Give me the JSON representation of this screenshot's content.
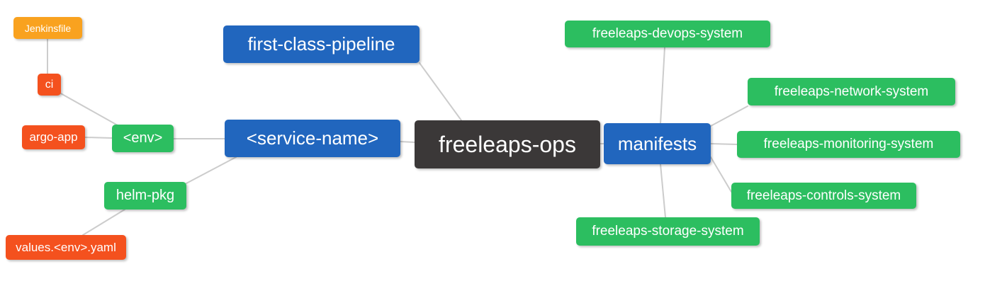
{
  "colors": {
    "background": "#ffffff",
    "text": "#ffffff",
    "edge": "#cccccc",
    "orange": "#f9a21f",
    "red": "#f4511e",
    "green": "#2cbe60",
    "blue": "#2166be",
    "dark": "#3b3838"
  },
  "nodes": [
    {
      "id": "jenkinsfile",
      "label": "Jenkinsfile",
      "color": "orange"
    },
    {
      "id": "ci",
      "label": "ci",
      "color": "red"
    },
    {
      "id": "argo-app",
      "label": "argo-app",
      "color": "red"
    },
    {
      "id": "env",
      "label": "<env>",
      "color": "green"
    },
    {
      "id": "helm-pkg",
      "label": "helm-pkg",
      "color": "green"
    },
    {
      "id": "values-env-yaml",
      "label": "values.<env>.yaml",
      "color": "red"
    },
    {
      "id": "first-class-pipeline",
      "label": "first-class-pipeline",
      "color": "blue"
    },
    {
      "id": "service-name",
      "label": "<service-name>",
      "color": "blue"
    },
    {
      "id": "freeleaps-ops",
      "label": "freeleaps-ops",
      "color": "dark"
    },
    {
      "id": "manifests",
      "label": "manifests",
      "color": "blue"
    },
    {
      "id": "devops-system",
      "label": "freeleaps-devops-system",
      "color": "green"
    },
    {
      "id": "network-system",
      "label": "freeleaps-network-system",
      "color": "green"
    },
    {
      "id": "monitoring-system",
      "label": "freeleaps-monitoring-system",
      "color": "green"
    },
    {
      "id": "controls-system",
      "label": "freeleaps-controls-system",
      "color": "green"
    },
    {
      "id": "storage-system",
      "label": "freeleaps-storage-system",
      "color": "green"
    }
  ],
  "edges": [
    {
      "from": "jenkinsfile",
      "to": "ci"
    },
    {
      "from": "ci",
      "to": "env"
    },
    {
      "from": "argo-app",
      "to": "env"
    },
    {
      "from": "env",
      "to": "service-name"
    },
    {
      "from": "service-name",
      "to": "helm-pkg"
    },
    {
      "from": "helm-pkg",
      "to": "values-env-yaml"
    },
    {
      "from": "first-class-pipeline",
      "to": "freeleaps-ops"
    },
    {
      "from": "service-name",
      "to": "freeleaps-ops"
    },
    {
      "from": "freeleaps-ops",
      "to": "manifests"
    },
    {
      "from": "manifests",
      "to": "devops-system"
    },
    {
      "from": "manifests",
      "to": "network-system"
    },
    {
      "from": "manifests",
      "to": "monitoring-system"
    },
    {
      "from": "manifests",
      "to": "controls-system"
    },
    {
      "from": "manifests",
      "to": "storage-system"
    }
  ]
}
